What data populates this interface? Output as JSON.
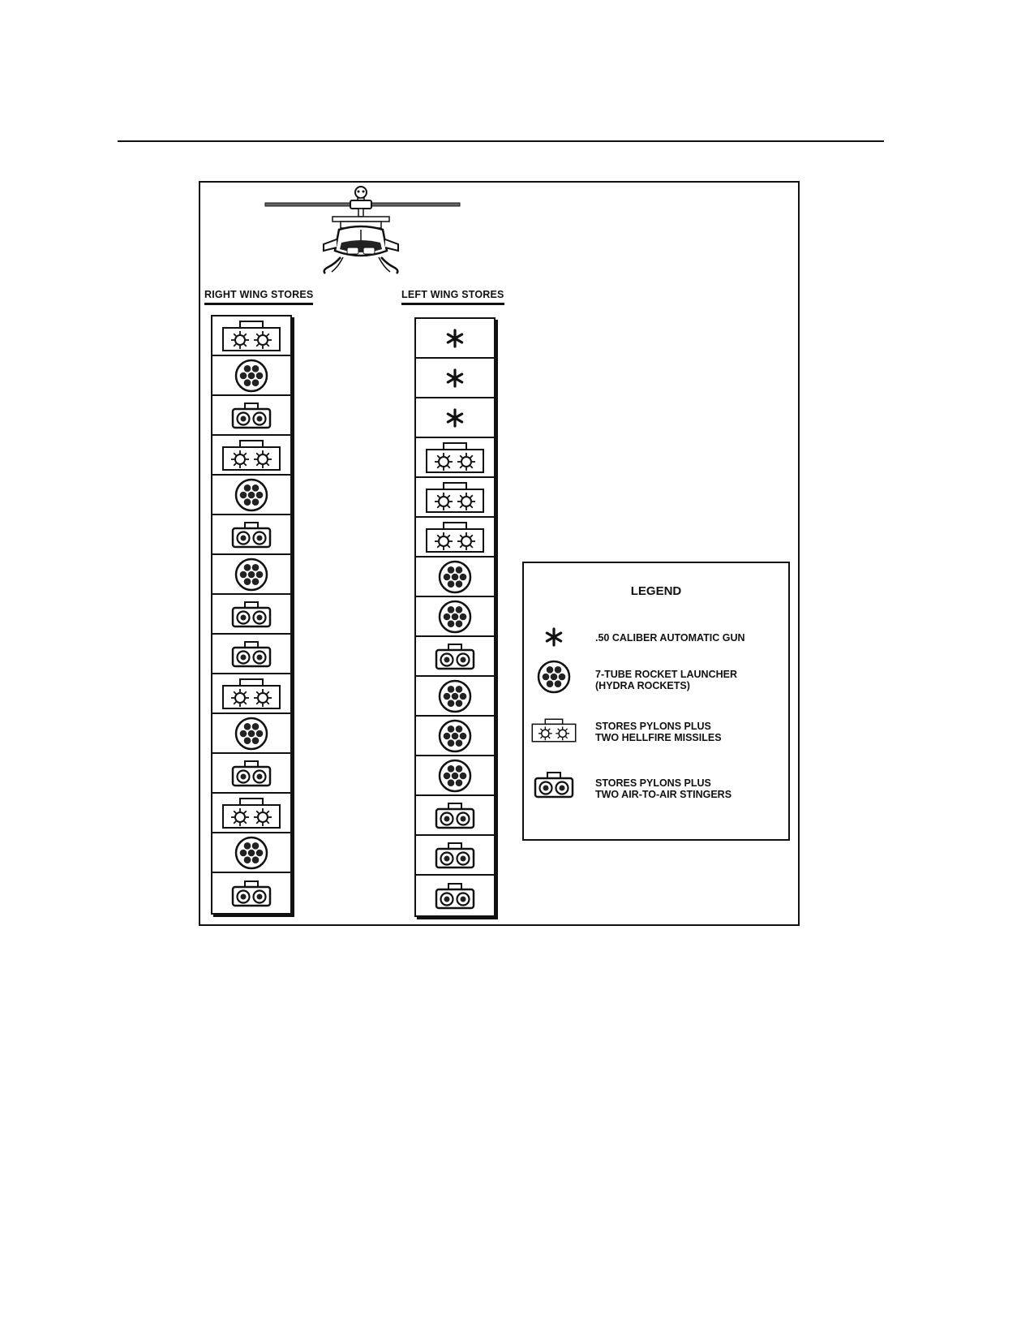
{
  "headings": {
    "right_wing": "RIGHT WING STORES",
    "left_wing": "LEFT WING STORES"
  },
  "right_wing_stores": [
    "hellfire",
    "rocket",
    "stinger",
    "hellfire",
    "rocket",
    "stinger",
    "rocket",
    "stinger",
    "stinger",
    "hellfire",
    "rocket",
    "stinger",
    "hellfire",
    "rocket",
    "stinger"
  ],
  "left_wing_stores": [
    "gun",
    "gun",
    "gun",
    "hellfire",
    "hellfire",
    "hellfire",
    "rocket",
    "rocket",
    "stinger",
    "rocket",
    "rocket",
    "rocket",
    "stinger",
    "stinger",
    "stinger"
  ],
  "legend": {
    "title": "LEGEND",
    "items": [
      {
        "symbol": "gun",
        "lines": [
          ".50 CALIBER AUTOMATIC GUN"
        ]
      },
      {
        "symbol": "rocket",
        "lines": [
          "7-TUBE ROCKET LAUNCHER",
          "(HYDRA ROCKETS)"
        ]
      },
      {
        "symbol": "hellfire",
        "lines": [
          "STORES PYLONS PLUS",
          "TWO HELLFIRE MISSILES"
        ]
      },
      {
        "symbol": "stinger",
        "lines": [
          "STORES PYLONS PLUS",
          "TWO AIR-TO-AIR STINGERS"
        ]
      }
    ]
  },
  "icons": {
    "gun": "asterisk-icon",
    "rocket": "rocket-launcher-icon",
    "hellfire": "hellfire-pylon-icon",
    "stinger": "stinger-pylon-icon",
    "aircraft": "helicopter-icon"
  }
}
